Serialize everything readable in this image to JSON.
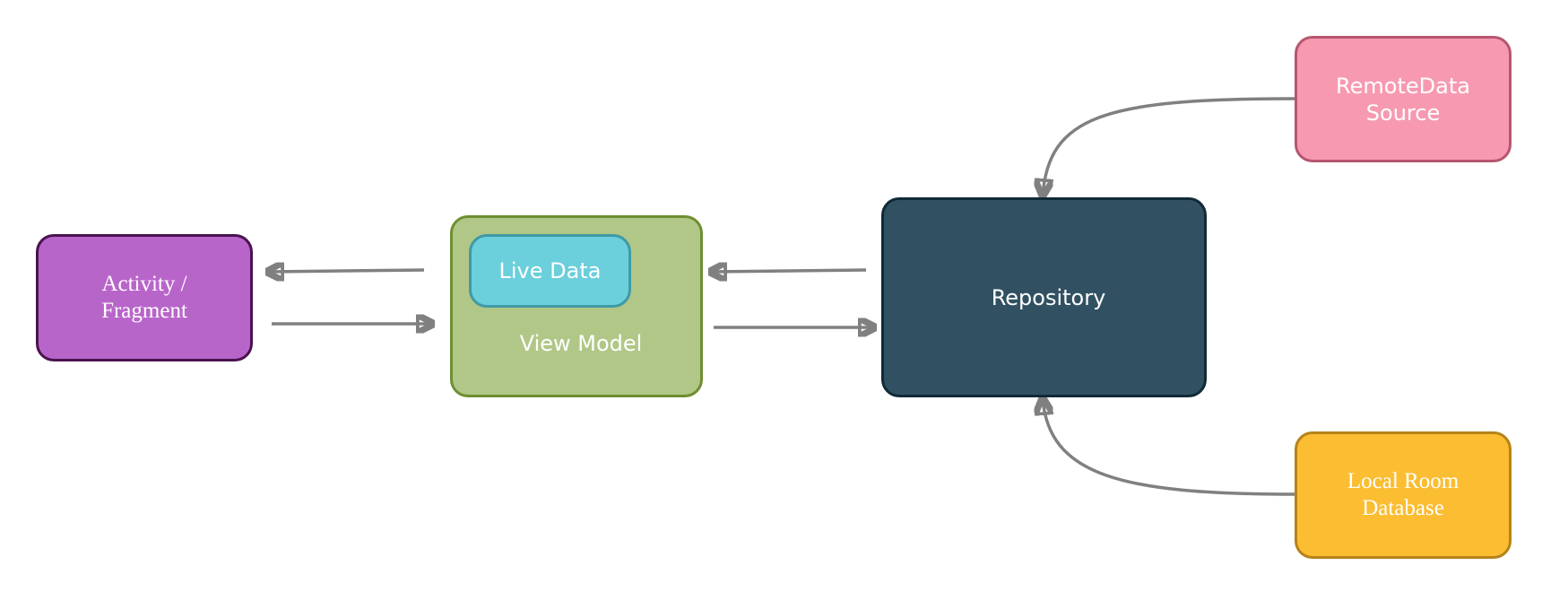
{
  "nodes": {
    "activity": {
      "label": "Activity /\nFragment",
      "color": "#b865ca"
    },
    "view_model": {
      "label": "View Model",
      "color": "#b1c787"
    },
    "live_data": {
      "label": "Live Data",
      "color": "#6ccfdc"
    },
    "repository": {
      "label": "Repository",
      "color": "#315163"
    },
    "remote_data_source": {
      "label": "RemoteData\nSource",
      "color": "#f79ab1"
    },
    "local_room_database": {
      "label": "Local Room\nDatabase",
      "color": "#fbbd31"
    }
  },
  "edges": [
    {
      "from": "view_model",
      "to": "activity"
    },
    {
      "from": "activity",
      "to": "view_model"
    },
    {
      "from": "repository",
      "to": "view_model"
    },
    {
      "from": "view_model",
      "to": "repository"
    },
    {
      "from": "remote_data_source",
      "to": "repository"
    },
    {
      "from": "local_room_database",
      "to": "repository"
    }
  ],
  "colors": {
    "arrow": "#808080"
  }
}
